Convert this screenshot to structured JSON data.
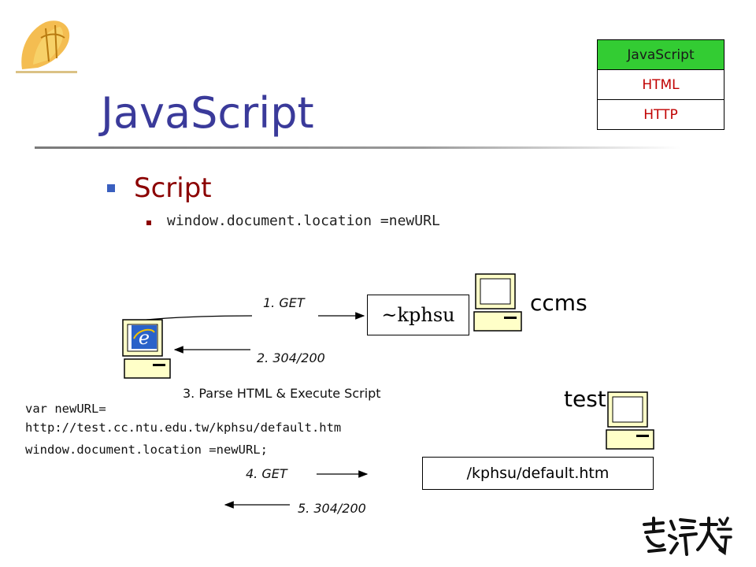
{
  "slide": {
    "title": "JavaScript",
    "bullet": "Script",
    "sub_bullet": "window.document.location =newURL"
  },
  "nav_table": {
    "rows": [
      "JavaScript",
      "HTML",
      "HTTP"
    ],
    "active_index": 0,
    "active_color": "#33cc33",
    "text_color": "#c00000"
  },
  "diagram": {
    "server1": {
      "path": "~kphsu",
      "host": "ccms"
    },
    "server2": {
      "path": "/kphsu/default.htm",
      "host": "test"
    },
    "steps": {
      "s1": "1. GET",
      "s2": "2. 304/200",
      "s3": "3. Parse HTML & Execute Script",
      "s4": "4. GET",
      "s5": "5. 304/200"
    },
    "code": {
      "line1": "var newURL=",
      "line2": "http://test.cc.ntu.edu.tw/kphsu/default.htm",
      "line3": "window.document.location =newURL;"
    }
  },
  "colors": {
    "title": "#3a3a9a",
    "bullet_text": "#8b0000",
    "bullet_square": "#3a5fbf"
  },
  "icons": [
    "ntu-logo-icon",
    "computer-icon",
    "ie-logo-icon",
    "ntu-calligraphy-icon"
  ]
}
